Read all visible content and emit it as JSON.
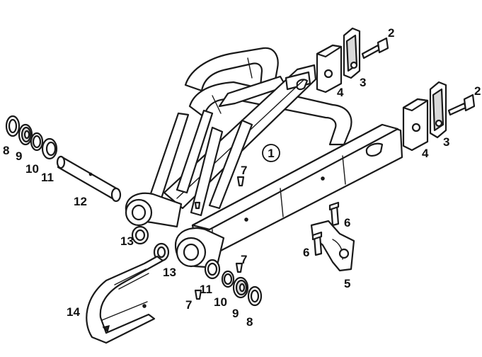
{
  "callouts": {
    "frame_main": "1",
    "bolt_top": "2",
    "bolt_right": "2",
    "adjuster_top": "3",
    "adjuster_right": "3",
    "block_top": "4",
    "block_right": "4",
    "bracket": "5",
    "bolt6_upper": "6",
    "bolt6_lower": "6",
    "screw7_top": "7",
    "screw7_right": "7",
    "screw7_bottom": "7",
    "washer_left": "8",
    "washer_right": "8",
    "seal_left": "9",
    "seal_right": "9",
    "ring_left": "10",
    "ring_right": "10",
    "bushing_left": "11",
    "bushing_right": "11",
    "pivot_shaft": "12",
    "sleeve_upper": "13",
    "sleeve_lower": "13",
    "chain_guide": "14"
  }
}
